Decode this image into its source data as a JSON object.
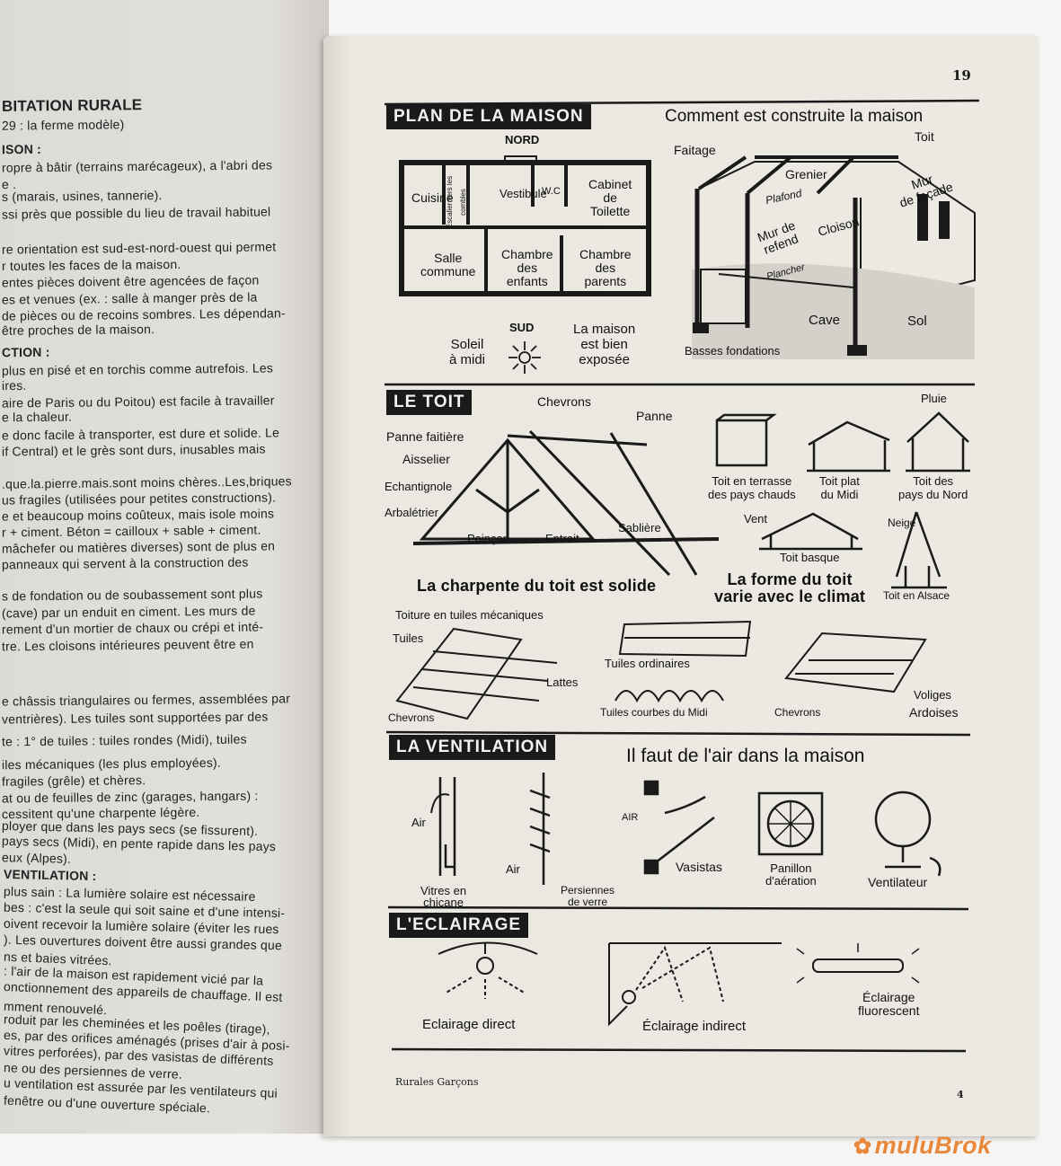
{
  "left_page": {
    "lines": [
      "BITATION RURALE",
      "29 : la ferme modèle)",
      "ISON :",
      "ropre à bâtir (terrains marécageux), a l'abri des",
      "e .",
      "s (marais, usines, tannerie).",
      "ssi près que possible du lieu de travail habituel",
      "re orientation est sud-est-nord-ouest qui permet",
      "r toutes les faces de la maison.",
      "entes pièces doivent être agencées de façon",
      "es et venues (ex. : salle à manger près de la",
      "de pièces ou de recoins sombres. Les dépendan-",
      "être proches de la maison.",
      "CTION :",
      "plus en pisé et en torchis comme autrefois. Les",
      "ires.",
      "aire de Paris ou du Poitou) est facile à travailler",
      "e la chaleur.",
      "e donc facile à transporter, est dure et solide. Le",
      "if Central) et le grès sont durs, inusables mais",
      ".que.la.pierre.mais.sont moins chères..Les,briques",
      "us fragiles (utilisées pour petites constructions).",
      "e et beaucoup moins coûteux, mais isole moins",
      "r + ciment. Béton = cailloux + sable + ciment.",
      "mâchefer ou matières diverses) sont de plus en",
      "panneaux qui servent à la construction des",
      "s de fondation ou de soubassement sont plus",
      "(cave) par un enduit en ciment. Les murs de",
      "rement d'un mortier de chaux ou crépi et inté-",
      "tre. Les cloisons intérieures peuvent être en",
      "e châssis triangulaires ou fermes, assemblées par",
      "ventrières). Les tuiles sont supportées par des",
      "te : 1° de tuiles : tuiles rondes (Midi), tuiles",
      "iles mécaniques (les plus employées).",
      "fragiles (grêle) et chères.",
      "at ou de feuilles de zinc (garages, hangars) :",
      "cessitent qu'une charpente légère.",
      "ployer que dans les pays secs (se fissurent).",
      "pays secs (Midi), en pente rapide dans les pays",
      "eux (Alpes).",
      "VENTILATION :",
      "plus sain : La lumière solaire est nécessaire",
      "bes : c'est la seule qui soit saine et d'une intensi-",
      "oivent recevoir la lumière solaire (éviter les rues",
      "). Les ouvertures doivent être aussi grandes que",
      "ns et baies vitrées.",
      ": l'air de la maison est rapidement vicié par la",
      "onctionnement des appareils de chauffage. Il est",
      "mment renouvelé.",
      "roduit par les cheminées et les poêles (tirage),",
      "es, par des orifices aménagés (prises d'air à posi-",
      "vitres perforées), par des vasistas de différents",
      "ne ou des persiennes de verre.",
      "u ventilation est assurée par les ventilateurs qui",
      "fenêtre ou d'une ouverture spéciale."
    ]
  },
  "right_page": {
    "page_number": "19",
    "plan": {
      "title": "PLAN DE LA MAISON",
      "north": "NORD",
      "south": "SUD",
      "rooms": {
        "cuisine": "Cuisine",
        "escalier": "Escalier vers les combles",
        "vestibule": "Vestibule",
        "wc": "W.C",
        "cabinet": "Cabinet\nde\nToilette",
        "salle": "Salle\ncommune",
        "enfants": "Chambre\ndes\nenfants",
        "parents": "Chambre\ndes\nparents"
      },
      "sun_caption": "Soleil\nà midi",
      "exposure": "La maison\nest bien\nexposée"
    },
    "construction": {
      "title": "Comment est construite la maison",
      "faitage": "Faitage",
      "toit": "Toit",
      "grenier": "Grenier",
      "plafond": "Plafond",
      "facade": "Mur\nde façade",
      "refend": "Mur de\nrefend",
      "cloison": "Cloison",
      "plancher": "Plancher",
      "cave": "Cave",
      "sol": "Sol",
      "fondations": "Basses fondations"
    },
    "roof": {
      "title": "LE TOIT",
      "chevrons": "Chevrons",
      "panne": "Panne",
      "panne_faitiere": "Panne faitière",
      "aisselier": "Aisselier",
      "echantignole": "Echantignole",
      "arbaletrier": "Arbalétrier",
      "poincon": "Poinçon",
      "entrait": "Entrait",
      "sabliere": "Sablière",
      "charpente_caption": "La charpente du toit est solide",
      "terrasse": "Toit en terrasse\ndes pays chauds",
      "plat": "Toit plat\ndu Midi",
      "pluie": "Pluie",
      "nord": "Toit des\npays du Nord",
      "vent": "Vent",
      "basque": "Toit basque",
      "forme_caption": "La forme du toit\nvarie avec le climat",
      "neige": "Neige",
      "alsace": "Toit en Alsace",
      "mecaniques": "Toiture en tuiles mécaniques",
      "tuiles": "Tuiles",
      "lattes": "Lattes",
      "chevrons_2": "Chevrons",
      "ordinaires": "Tuiles ordinaires",
      "courbes": "Tuiles courbes du Midi",
      "chevrons_3": "Chevrons",
      "voliges": "Voliges",
      "ardoises": "Ardoises"
    },
    "ventilation": {
      "title": "LA VENTILATION",
      "subtitle": "Il faut de l'air dans la maison",
      "air_1": "Air",
      "chicane": "Vitres en\nchicane",
      "air_2": "Air",
      "persiennes": "Persiennes\nde verre",
      "air_3": "AIR",
      "vasistas": "Vasistas",
      "papillon": "Panillon\nd'aération",
      "ventilateur": "Ventilateur"
    },
    "lighting": {
      "title": "L'ECLAIRAGE",
      "direct": "Eclairage direct",
      "indirect": "Éclairage indirect",
      "fluorescent": "Éclairage\nfluorescent"
    }
  },
  "footer": {
    "left": "Rurales Garçons",
    "page": "4"
  },
  "watermark": "muluBrok",
  "colors": {
    "ink": "#1a1a1a",
    "paper": "#ece9e3",
    "watermark": "#e9883a"
  }
}
